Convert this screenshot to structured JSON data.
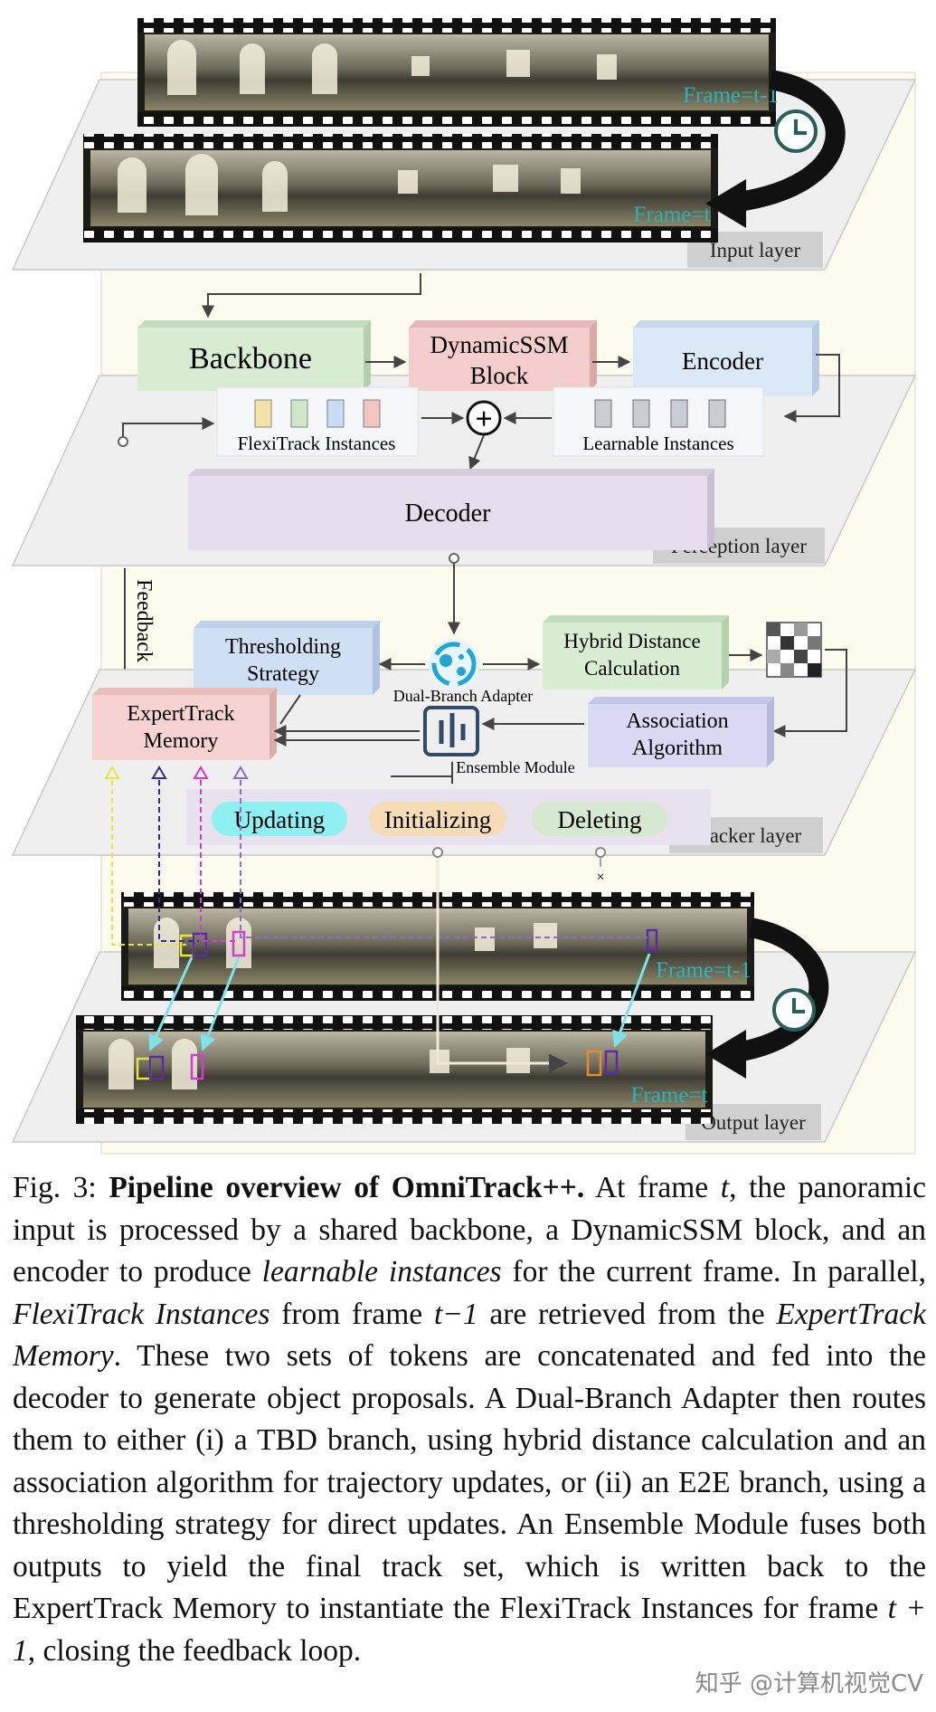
{
  "figure": {
    "layers": {
      "input": "Input layer",
      "perception": "Perception layer",
      "tracker": "Tracker layer",
      "output": "Output layer"
    },
    "frames": {
      "prev": "Frame=t-1",
      "curr": "Frame=t"
    },
    "blocks": {
      "backbone": "Backbone",
      "dynamicssm_line1": "DynamicSSM",
      "dynamicssm_line2": "Block",
      "encoder": "Encoder",
      "flexitrack": "FlexiTrack Instances",
      "learnable": "Learnable Instances",
      "decoder": "Decoder",
      "feedback": "Feedback",
      "thresholding_line1": "Thresholding",
      "thresholding_line2": "Strategy",
      "hybrid_line1": "Hybrid Distance",
      "hybrid_line2": "Calculation",
      "dual_branch": "Dual-Branch Adapter",
      "expert_line1": "ExpertTrack",
      "expert_line2": "Memory",
      "association_line1": "Association",
      "association_line2": "Algorithm",
      "ensemble": "Ensemble Module",
      "updating": "Updating",
      "initializing": "Initializing",
      "deleting": "Deleting",
      "plus_symbol": "+",
      "cross_symbol": "×"
    }
  },
  "caption": {
    "prefix": "Fig. 3: ",
    "title": "Pipeline overview of OmniTrack++.",
    "t1": " At frame ",
    "var_t": "t",
    "t2": ", the panoramic input is processed by a shared backbone, a DynamicSSM block, and an encoder to produce ",
    "em1": "learnable instances",
    "t3": " for the current frame. In parallel, ",
    "em2": "FlexiTrack Instances",
    "t4": " from frame ",
    "var_tm1": "t−1",
    "t5": " are retrieved from the ",
    "em3": "ExpertTrack Memory",
    "t6": ". These two sets of tokens are concatenated and fed into the decoder to generate object proposals. A Dual-Branch Adapter then routes them to either (i) a TBD branch, using hybrid distance calculation and an association algorithm for trajectory updates, or (ii) an E2E branch, using a thresholding strategy for direct updates. An Ensemble Module fuses both outputs to yield the final track set, which is written back to the ExpertTrack Memory to instantiate the FlexiTrack Instances for frame ",
    "var_tp1": "t + 1",
    "t7": ", closing the feedback loop."
  },
  "watermark": "知乎 @计算机视觉CV",
  "colors": {
    "backbone": "#d7ecd3",
    "dynamicssm": "#f3cccc",
    "encoder": "#dbe8f6",
    "decoder": "#e6dcec",
    "thresholding": "#cfe0f4",
    "hybrid": "#d8ecd2",
    "expert": "#f6d2d0",
    "association": "#d9d9f3",
    "frame_label": "#2ab3b8",
    "plane": "#efefef",
    "layer_tag": "#cfcfcf"
  }
}
